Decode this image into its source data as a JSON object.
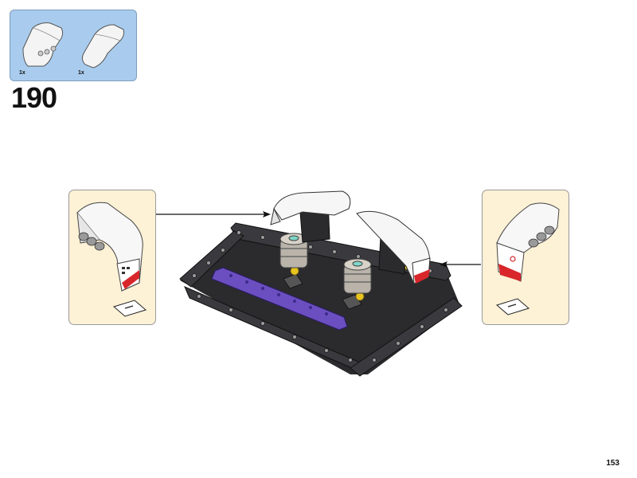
{
  "parts_list": {
    "items": [
      {
        "count": "1x",
        "icon": "curved-panel-left-icon"
      },
      {
        "count": "1x",
        "icon": "curved-panel-right-icon"
      }
    ]
  },
  "step": {
    "number": "190"
  },
  "callouts": [
    {
      "side": "left",
      "icon": "panel-sub-assembly-left-icon"
    },
    {
      "side": "right",
      "icon": "panel-sub-assembly-right-icon"
    }
  ],
  "model": {
    "icon": "chassis-assembly-icon"
  },
  "colors": {
    "parts_box_bg": "#a9ccee",
    "callout_bg": "#fdf1d6",
    "frame": "#2b2b2e",
    "beam": "#6b4fc0",
    "accent_red": "#d8262b",
    "accent_yellow": "#e8c51e"
  },
  "page": {
    "number": "153"
  }
}
